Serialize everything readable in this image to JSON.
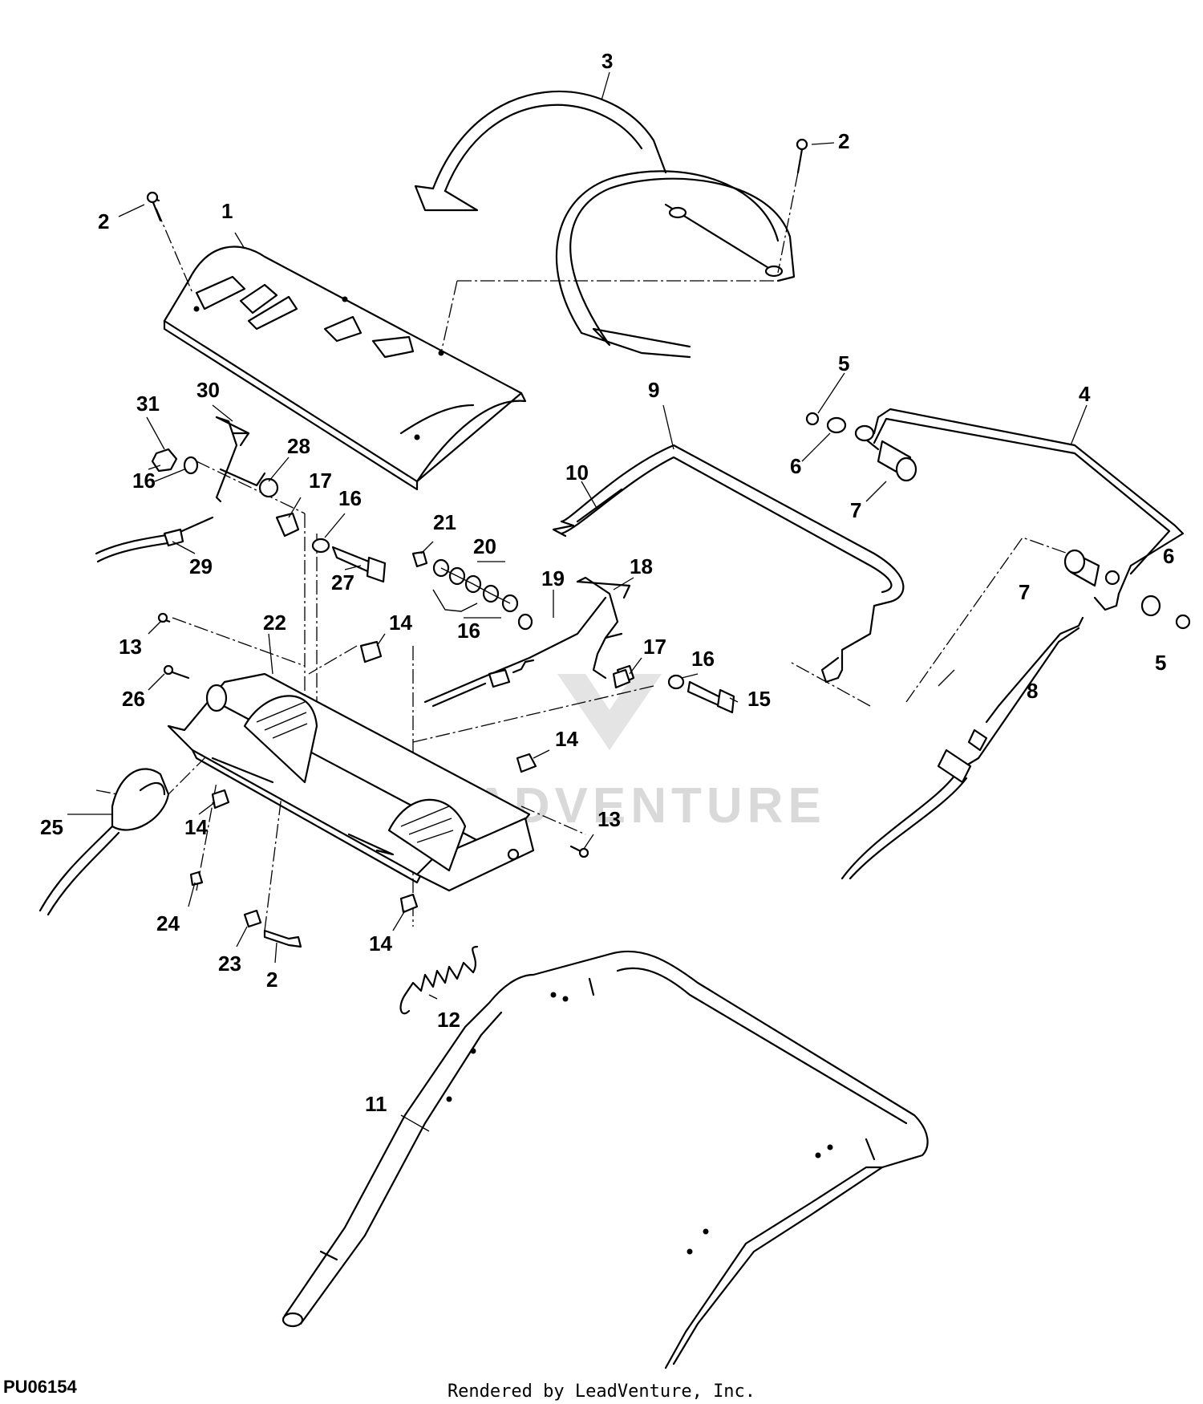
{
  "diagram_id": "PU06154",
  "credit": "Rendered by LeadVenture, Inc.",
  "watermark_text": "ADVENTURE",
  "callouts": [
    "1",
    "2",
    "3",
    "4",
    "5",
    "6",
    "7",
    "8",
    "9",
    "10",
    "11",
    "12",
    "13",
    "14",
    "15",
    "16",
    "17",
    "18",
    "19",
    "20",
    "21",
    "22",
    "23",
    "24",
    "25",
    "26",
    "27",
    "28",
    "29",
    "30",
    "31"
  ]
}
